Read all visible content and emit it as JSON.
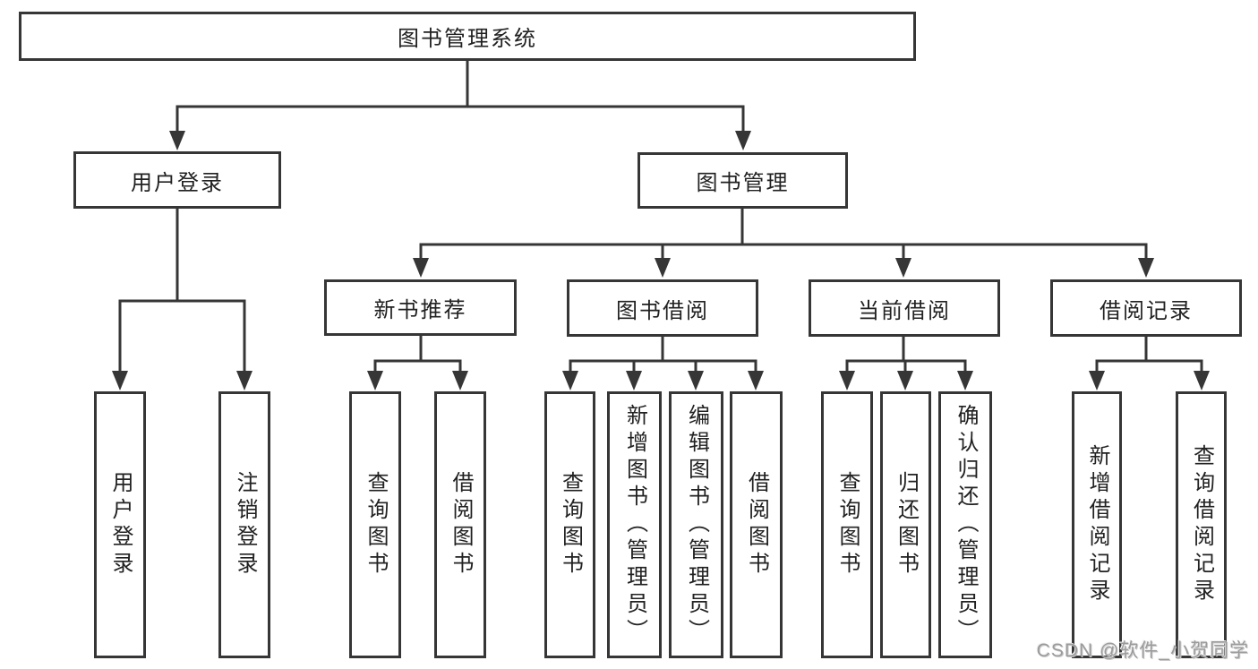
{
  "diagram": {
    "kind": "functional-structure-tree",
    "colors": {
      "line": "#363636",
      "box_border": "#363636",
      "box_fill": "#ffffff",
      "text": "#212121",
      "watermark": "#9b9b9b"
    },
    "tree": {
      "root": {
        "label": "图书管理系统"
      },
      "branches": [
        {
          "label": "用户登录",
          "children": [
            {
              "label": "用户登录"
            },
            {
              "label": "注销登录"
            }
          ]
        },
        {
          "label": "图书管理",
          "children": [
            {
              "label": "新书推荐",
              "children": [
                {
                  "label": "查询图书"
                },
                {
                  "label": "借阅图书"
                }
              ]
            },
            {
              "label": "图书借阅",
              "children": [
                {
                  "label": "查询图书"
                },
                {
                  "label": "新增图书（管理员）"
                },
                {
                  "label": "编辑图书（管理员）"
                },
                {
                  "label": "借阅图书"
                }
              ]
            },
            {
              "label": "当前借阅",
              "children": [
                {
                  "label": "查询图书"
                },
                {
                  "label": "归还图书"
                },
                {
                  "label": "确认归还（管理员）"
                }
              ]
            },
            {
              "label": "借阅记录",
              "children": [
                {
                  "label": "新增借阅记录"
                },
                {
                  "label": "查询借阅记录"
                }
              ]
            }
          ]
        }
      ]
    }
  },
  "watermark": {
    "text": "CSDN @软件_小贺同学"
  }
}
